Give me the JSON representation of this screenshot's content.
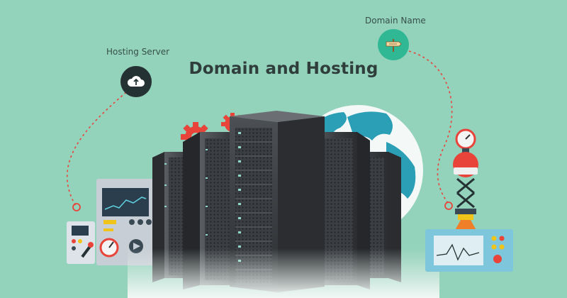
{
  "title": "Domain and Hosting",
  "labels": {
    "hosting_server": "Hosting Server",
    "domain_name": "Domain Name"
  },
  "icons": {
    "hosting": "cloud-upload-icon",
    "domain": "signpost-icon"
  },
  "colors": {
    "background": "#93d2bb",
    "dark_badge": "#253234",
    "green_badge": "#2fb893",
    "accent_red": "#e8443a",
    "server": "#3a3d40"
  }
}
